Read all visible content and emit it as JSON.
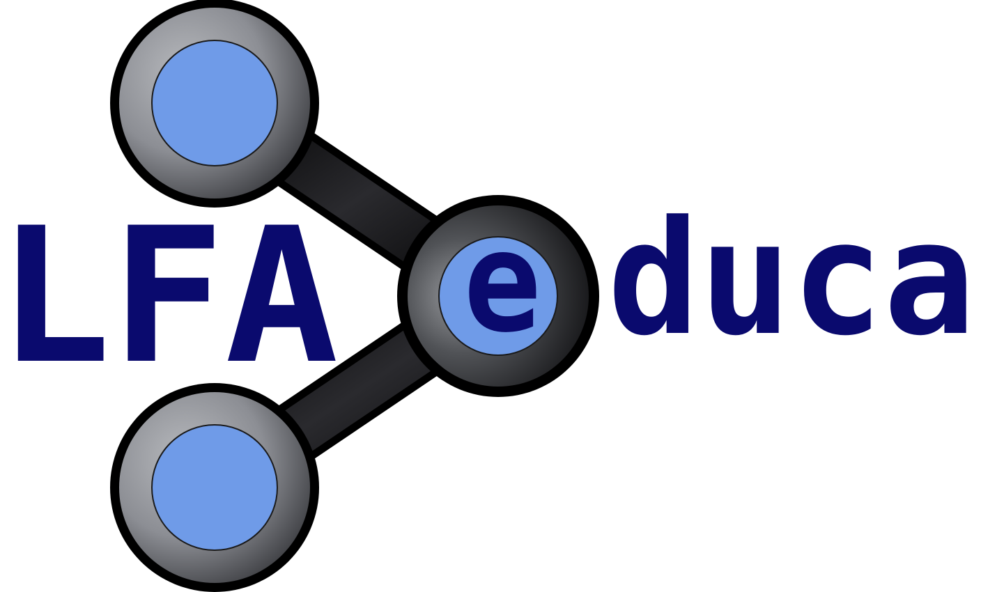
{
  "logo": {
    "prefix": "LFA",
    "center_letter": "e",
    "suffix": "duca",
    "colors": {
      "text": "#0a0a6e",
      "node_fill": "#6f9be8",
      "node_ring": "#8c8e94",
      "outline": "#000000",
      "background": "#ffffff"
    }
  }
}
